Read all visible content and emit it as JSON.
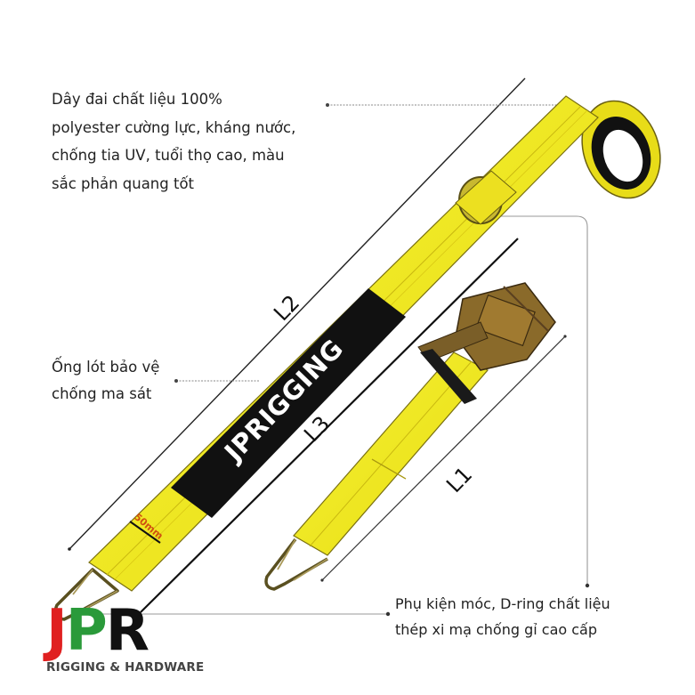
{
  "callouts": {
    "webbing": {
      "lines": [
        "Dây đai chất liệu 100%",
        "polyester cường lực, kháng nước,",
        "chống tia UV, tuổi thọ cao, màu",
        "sắc phản quang tốt"
      ]
    },
    "sleeve": {
      "lines": [
        "Ống lót bảo vệ",
        "chống ma sát"
      ]
    },
    "hardware": {
      "lines": [
        "Phụ kiện móc, D-ring chất liệu",
        "thép xi mạ chống gỉ cao cấp"
      ]
    }
  },
  "dimensions": {
    "l1": "L1",
    "l2": "L2",
    "l3": "L3",
    "webbing_width": "50mm"
  },
  "product": {
    "sleeve_brand": "JPRIGGING"
  },
  "logo": {
    "letter_j": "J",
    "letter_p": "P",
    "letter_r": "R",
    "tagline": "RIGGING & HARDWARE"
  },
  "colors": {
    "webbing_yellow": "#f2ec1a",
    "webbing_shadow": "#c9b810",
    "sleeve_black": "#111111",
    "hardware_gold": "#8a7a3a",
    "logo_red": "#e02020",
    "logo_green": "#2a9a3a",
    "logo_black": "#111111",
    "leader_line_gray": "#888888"
  }
}
